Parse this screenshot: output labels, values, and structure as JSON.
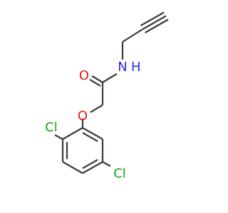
{
  "colors": {
    "bond": "#3a3a3a",
    "oxygen": "#e8180c",
    "nitrogen": "#2a2adb",
    "chlorine": "#1c9c1c",
    "background": "#ffffff"
  },
  "labels": {
    "carbonyl_oxygen": "O",
    "amide_nitrogen": "N",
    "amide_hydrogen": "H",
    "ether_oxygen": "O",
    "chlorine_top": "Cl",
    "chlorine_bottom": "Cl"
  }
}
